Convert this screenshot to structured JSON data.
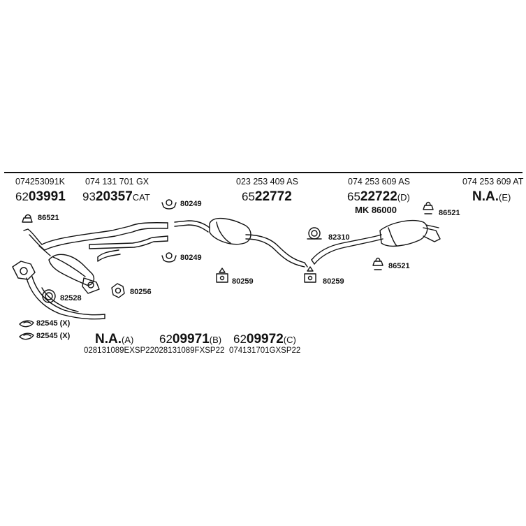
{
  "headers": {
    "h1": "074253091K",
    "h2": "074 131 701 GX",
    "h3": "023 253 409 AS",
    "h4": "074 253 609 AS",
    "h5": "074 253 609 AT"
  },
  "parts": {
    "p1": {
      "prefix": "62",
      "main": "03991",
      "suffix": ""
    },
    "p2": {
      "prefix": "93",
      "main": "20357",
      "suffix": "CAT"
    },
    "p3": {
      "prefix": "65",
      "main": "22772",
      "suffix": ""
    },
    "p4": {
      "prefix": "65",
      "main": "22722",
      "suffix": "(D)"
    },
    "p5": {
      "prefix": "",
      "main": "N.A.",
      "suffix": "(E)"
    },
    "mk": "MK  86000"
  },
  "labels": {
    "l86521a": "86521",
    "l80249a": "80249",
    "l80249b": "80249",
    "l82310": "82310",
    "l86521b": "86521",
    "l86521c": "86521",
    "l80259a": "80259",
    "l80259b": "80259",
    "l80256": "80256",
    "l82528": "82528",
    "l82545a": "82545 (X)",
    "l82545b": "82545 (X)"
  },
  "bottom": {
    "a": {
      "prefix": "",
      "main": "N.A.",
      "suffix": "(A)"
    },
    "b": {
      "prefix": "62",
      "main": "09971",
      "suffix": "(B)"
    },
    "c": {
      "prefix": "62",
      "main": "09972",
      "suffix": "(C)"
    },
    "codes": {
      "c1": "028131089EXSP22",
      "c2": "028131089FXSP22",
      "c3": "074131701GXSP22"
    }
  }
}
